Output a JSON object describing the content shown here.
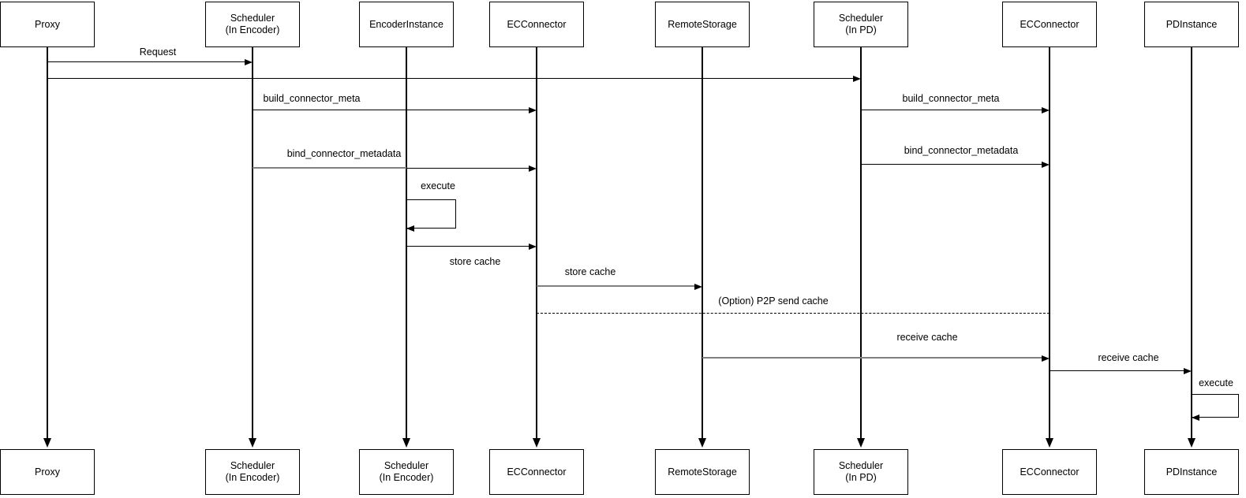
{
  "diagram_type": "uml-sequence",
  "colors": {
    "background": "#ffffff",
    "line": "#000000",
    "secondary_line": "#808080",
    "text": "#000000"
  },
  "actors_top": [
    {
      "line1": "Proxy",
      "line2": ""
    },
    {
      "line1": "Scheduler",
      "line2": "(In Encoder)"
    },
    {
      "line1": "EncoderInstance",
      "line2": ""
    },
    {
      "line1": "ECConnector",
      "line2": ""
    },
    {
      "line1": "RemoteStorage",
      "line2": ""
    },
    {
      "line1": "Scheduler",
      "line2": "(In PD)"
    },
    {
      "line1": "ECConnector",
      "line2": ""
    },
    {
      "line1": "PDInstance",
      "line2": ""
    }
  ],
  "actors_bottom": [
    {
      "line1": "Proxy",
      "line2": ""
    },
    {
      "line1": "Scheduler",
      "line2": "(In Encoder)"
    },
    {
      "line1": "Scheduler",
      "line2": "(In Encoder)"
    },
    {
      "line1": "ECConnector",
      "line2": ""
    },
    {
      "line1": "RemoteStorage",
      "line2": ""
    },
    {
      "line1": "Scheduler",
      "line2": "(In PD)"
    },
    {
      "line1": "ECConnector",
      "line2": ""
    },
    {
      "line1": "PDInstance",
      "line2": ""
    }
  ],
  "messages": [
    {
      "label": "Request",
      "from": "Proxy",
      "to": "Scheduler (In Encoder)",
      "style": "solid"
    },
    {
      "label": "",
      "from": "Proxy",
      "to": "Scheduler (In PD)",
      "style": "solid"
    },
    {
      "label": "build_connector_meta",
      "from": "Scheduler (In Encoder)",
      "to": "ECConnector (Encoder side)",
      "style": "solid"
    },
    {
      "label": "build_connector_meta",
      "from": "Scheduler (In PD)",
      "to": "ECConnector (PD side)",
      "style": "solid"
    },
    {
      "label": "bind_connector_metadata",
      "from": "Scheduler (In Encoder)",
      "to": "ECConnector (Encoder side)",
      "style": "solid"
    },
    {
      "label": "bind_connector_metadata",
      "from": "Scheduler (In PD)",
      "to": "ECConnector (PD side)",
      "style": "solid"
    },
    {
      "label": "execute",
      "from": "EncoderInstance",
      "to": "EncoderInstance",
      "style": "self-loop"
    },
    {
      "label": "store cache",
      "from": "EncoderInstance",
      "to": "ECConnector (Encoder side)",
      "style": "solid"
    },
    {
      "label": "store cache",
      "from": "ECConnector (Encoder side)",
      "to": "RemoteStorage",
      "style": "solid-gray"
    },
    {
      "label": "(Option) P2P send cache",
      "from": "ECConnector (Encoder side)",
      "to": "ECConnector (PD side)",
      "style": "dashed"
    },
    {
      "label": "receive cache",
      "from": "RemoteStorage",
      "to": "ECConnector (PD side)",
      "style": "solid-gray"
    },
    {
      "label": "receive cache",
      "from": "ECConnector (PD side)",
      "to": "PDInstance",
      "style": "solid"
    },
    {
      "label": "execute",
      "from": "PDInstance",
      "to": "PDInstance",
      "style": "self-loop"
    }
  ]
}
